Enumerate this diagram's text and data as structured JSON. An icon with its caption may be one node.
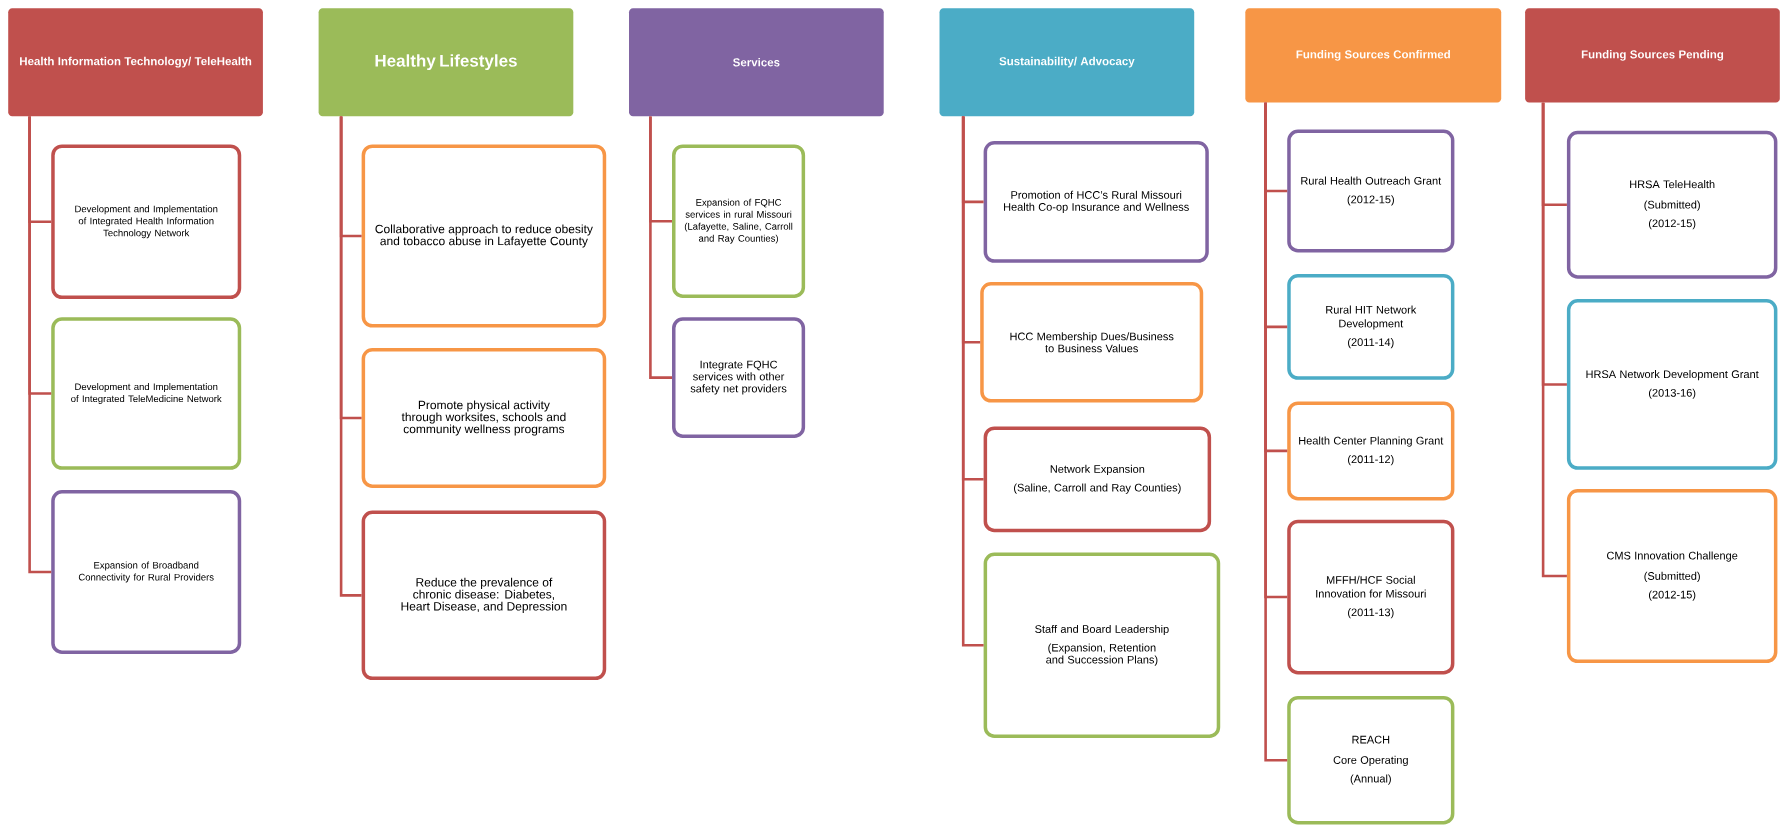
{
  "diagram": {
    "nodes": [
      {
        "text": [
          "Health Information Technology/ TeleHealth"
        ]
      },
      {
        "text": [
          "Development and Implementation of Integrated Health Information Technology Network"
        ]
      },
      {
        "text": [
          "Development and Implementation of Integrated TeleMedicine Network"
        ]
      },
      {
        "text": [
          "Expansion of Broadband Connectivity for Rural Providers"
        ]
      },
      {
        "text": [
          "Healthy Lifestyles"
        ]
      },
      {
        "text": [
          "Collaborative approach to reduce obesity and tobacco abuse in Lafayette County"
        ]
      },
      {
        "text": [
          "Promote physical activity through worksites, schools and community wellness programs"
        ]
      },
      {
        "text": [
          "Reduce the prevalence of chronic disease: Diabetes, Heart Disease, and Depression"
        ]
      },
      {
        "text": [
          "Services"
        ]
      },
      {
        "text": [
          "Expansion of FQHC services in rural Missouri (Lafayette, Saline, Carroll and Ray Counties)"
        ]
      },
      {
        "text": [
          "Integrate FQHC services with other safety net providers"
        ]
      },
      {
        "text": [
          "Sustainability/ Advocacy"
        ]
      },
      {
        "text": [
          "Promotion of HCC’s Rural Missouri Health Co-op Insurance and Wellness"
        ]
      },
      {
        "text": [
          "HCC Membership Dues/Business to Business Values"
        ]
      },
      {
        "text": [
          "Network Expansion",
          "(Saline, Carroll and Ray Counties)"
        ]
      },
      {
        "text": [
          "Staff and Board Leadership",
          "(Expansion, Retention and Succession Plans)"
        ]
      },
      {
        "text": [
          "Funding Sources Confirmed"
        ]
      },
      {
        "text": [
          "Rural Health Outreach Grant",
          "(2012-15)"
        ]
      },
      {
        "text": [
          "Rural HIT Network Development",
          "(2011-14)"
        ]
      },
      {
        "text": [
          "Health Center Planning Grant",
          "(2011-12)"
        ]
      },
      {
        "text": [
          "MFFH/HCF Social Innovation for Missouri",
          "(2011-13)"
        ]
      },
      {
        "text": [
          "REACH",
          "Core Operating",
          "(Annual)"
        ]
      },
      {
        "text": [
          "Funding Sources Pending"
        ]
      },
      {
        "text": [
          "HRSA TeleHealth",
          "(Submitted)",
          "(2012-15)"
        ]
      },
      {
        "text": [
          "HRSA Network Development Grant",
          "(2013-16)"
        ]
      },
      {
        "text": [
          "CMS Innovation Challenge",
          "(Submitted)",
          "(2012-15)"
        ]
      }
    ],
    "edges": [
      {
        "from": 0,
        "to": 1,
        "arrow": "none"
      },
      {
        "from": 0,
        "to": 2,
        "arrow": "none"
      },
      {
        "from": 0,
        "to": 3,
        "arrow": "none"
      },
      {
        "from": 4,
        "to": 5,
        "arrow": "none"
      },
      {
        "from": 4,
        "to": 6,
        "arrow": "none"
      },
      {
        "from": 4,
        "to": 7,
        "arrow": "none"
      },
      {
        "from": 8,
        "to": 9,
        "arrow": "none"
      },
      {
        "from": 8,
        "to": 10,
        "arrow": "none"
      },
      {
        "from": 11,
        "to": 12,
        "arrow": "none"
      },
      {
        "from": 11,
        "to": 13,
        "arrow": "none"
      },
      {
        "from": 11,
        "to": 14,
        "arrow": "none"
      },
      {
        "from": 11,
        "to": 15,
        "arrow": "none"
      },
      {
        "from": 16,
        "to": 17,
        "arrow": "none"
      },
      {
        "from": 16,
        "to": 18,
        "arrow": "none"
      },
      {
        "from": 16,
        "to": 19,
        "arrow": "none"
      },
      {
        "from": 16,
        "to": 20,
        "arrow": "none"
      },
      {
        "from": 16,
        "to": 21,
        "arrow": "none"
      },
      {
        "from": 22,
        "to": 23,
        "arrow": "none"
      },
      {
        "from": 22,
        "to": 24,
        "arrow": "none"
      },
      {
        "from": 22,
        "to": 25,
        "arrow": "none"
      }
    ]
  }
}
